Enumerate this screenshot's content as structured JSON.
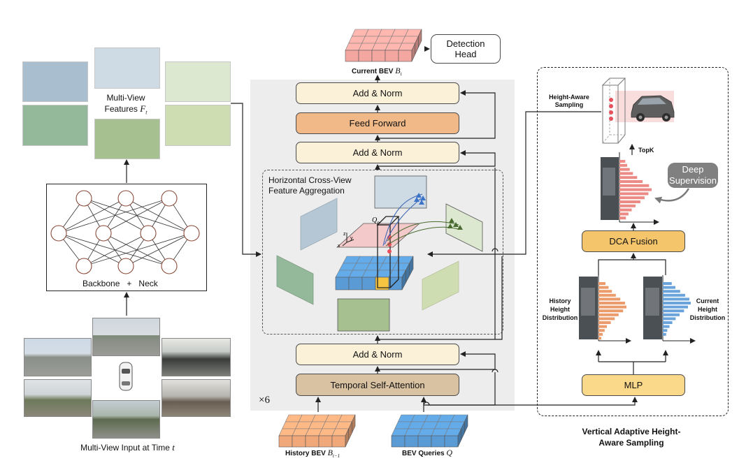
{
  "labels": {
    "current_bev": "Current BEV",
    "current_bev_sym": "B",
    "current_bev_sub": "t",
    "detection_head_1": "Detection",
    "detection_head_2": "Head",
    "add_norm_top": "Add & Norm",
    "feed_forward": "Feed Forward",
    "add_norm_mid": "Add & Norm",
    "hcva_1": "Horizontal Cross-View",
    "hcva_2": "Feature Aggregation",
    "add_norm_bottom": "Add & Norm",
    "temporal_self_attention": "Temporal Self-Attention",
    "repeat": "×6",
    "history_bev": "History BEV",
    "history_bev_sym": "B",
    "history_bev_sub": "t−1",
    "bev_queries": "BEV Queries",
    "bev_queries_sym": "Q",
    "multiview_features_1": "Multi-View",
    "multiview_features_2": "Features",
    "multiview_features_sym": "F",
    "multiview_features_sub": "t",
    "backbone": "Backbone",
    "plus": "+",
    "neck": "Neck",
    "multiview_input": "Multi-View Input at Time",
    "multiview_input_t": "t",
    "q_p": "Q",
    "q_p_sub": "p",
    "height_aware_1": "Height-Aware",
    "height_aware_2": "Sampling",
    "topk": "TopK",
    "deep_supervision_1": "Deep",
    "deep_supervision_2": "Supervision",
    "dca_fusion": "DCA Fusion",
    "history_dist_1": "History",
    "history_dist_2": "Height",
    "history_dist_3": "Distribution",
    "current_dist_1": "Current",
    "current_dist_2": "Height",
    "current_dist_3": "Distribution",
    "mlp": "MLP",
    "vahas_1": "Vertical Adaptive Height-",
    "vahas_2": "Aware Sampling",
    "axis_z": "z",
    "axis_y": "y",
    "axis_x": "x"
  },
  "colors": {
    "bev_red": "#f4a6a0",
    "bev_orange": "#f0a87a",
    "bev_blue": "#5b9bd5",
    "hist_orange": "#ec9b6c",
    "hist_red": "#ec8a86",
    "hist_blue": "#6aa4da",
    "gray_panel": "#ededed"
  },
  "histograms": {
    "topk": [
      0.18,
      0.24,
      0.32,
      0.42,
      0.55,
      0.72,
      0.92,
      1.0,
      0.9,
      0.78,
      0.65,
      0.5,
      0.38,
      0.28,
      0.2
    ],
    "history": [
      0.25,
      0.36,
      0.48,
      0.62,
      0.78,
      0.95,
      1.0,
      0.88,
      0.72,
      0.58,
      0.44,
      0.3,
      0.22,
      0.15,
      0.1
    ],
    "current": [
      0.32,
      0.45,
      0.62,
      0.8,
      0.95,
      1.0,
      0.9,
      0.76,
      0.6,
      0.46,
      0.34,
      0.24,
      0.16,
      0.12
    ]
  }
}
